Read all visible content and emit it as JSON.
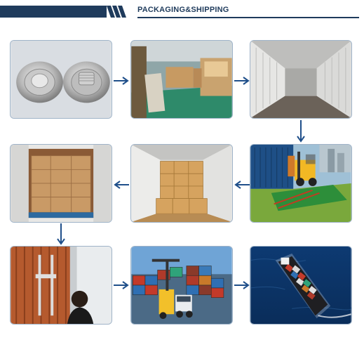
{
  "header": {
    "title": "PACKAGING&SHIPPING"
  },
  "colors": {
    "accent": "#1f3b5c",
    "arrow": "#1f4f8a",
    "tile_border": "#9fb3c8"
  },
  "steps": [
    {
      "id": 1,
      "subject": "metal-caps"
    },
    {
      "id": 2,
      "subject": "warehouse"
    },
    {
      "id": 3,
      "subject": "empty-container"
    },
    {
      "id": 4,
      "subject": "forklift-loading"
    },
    {
      "id": 5,
      "subject": "container-with-cartons"
    },
    {
      "id": 6,
      "subject": "loaded-container-open-doors"
    },
    {
      "id": 7,
      "subject": "container-sealing"
    },
    {
      "id": 8,
      "subject": "container-port"
    },
    {
      "id": 9,
      "subject": "cargo-ship"
    }
  ]
}
